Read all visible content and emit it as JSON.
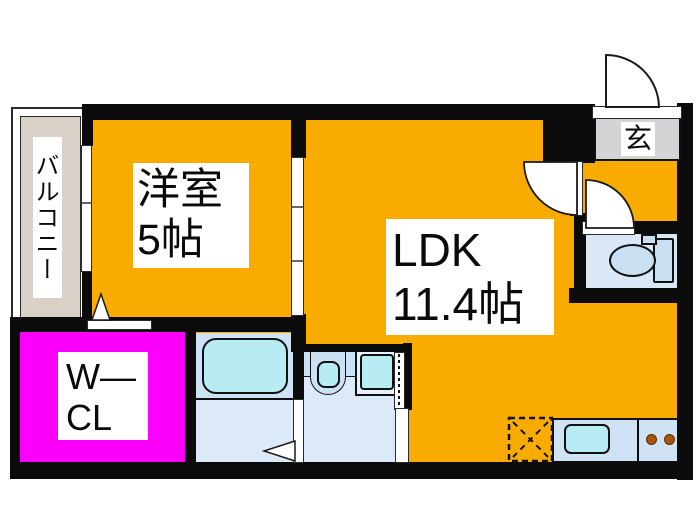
{
  "floorplan": {
    "type": "japanese-apartment-1LDK",
    "rooms": {
      "balcony": {
        "label": "バルコニー"
      },
      "western_room": {
        "name": "洋室",
        "size": "5帖"
      },
      "ldk": {
        "name": "LDK",
        "size": "11.4帖"
      },
      "walk_in_closet": {
        "line1": "W―",
        "line2": "CL"
      },
      "entrance": {
        "label": "玄"
      }
    },
    "fixtures": [
      "entrance-door-swing",
      "hall-door-swing",
      "toilet-door-swing",
      "toilet",
      "bathtub",
      "washbasin",
      "washing-machine-space",
      "kitchen-sink",
      "stove-burners",
      "refrigerator-space",
      "sliding-door",
      "window",
      "folding-door"
    ],
    "colors": {
      "room_orange": "#F9AB00",
      "closet_magenta": "#FB00FB",
      "wet_area_blue": "#DCE9F8",
      "counter_blue": "#CBE1F4",
      "fixture_cyan": "#B7ECF5",
      "balcony_beige": "#D9D0C8",
      "entrance_gray": "#D4D4D6",
      "wall_black": "#0B0B0B",
      "burner_brown": "#A8560F"
    }
  }
}
